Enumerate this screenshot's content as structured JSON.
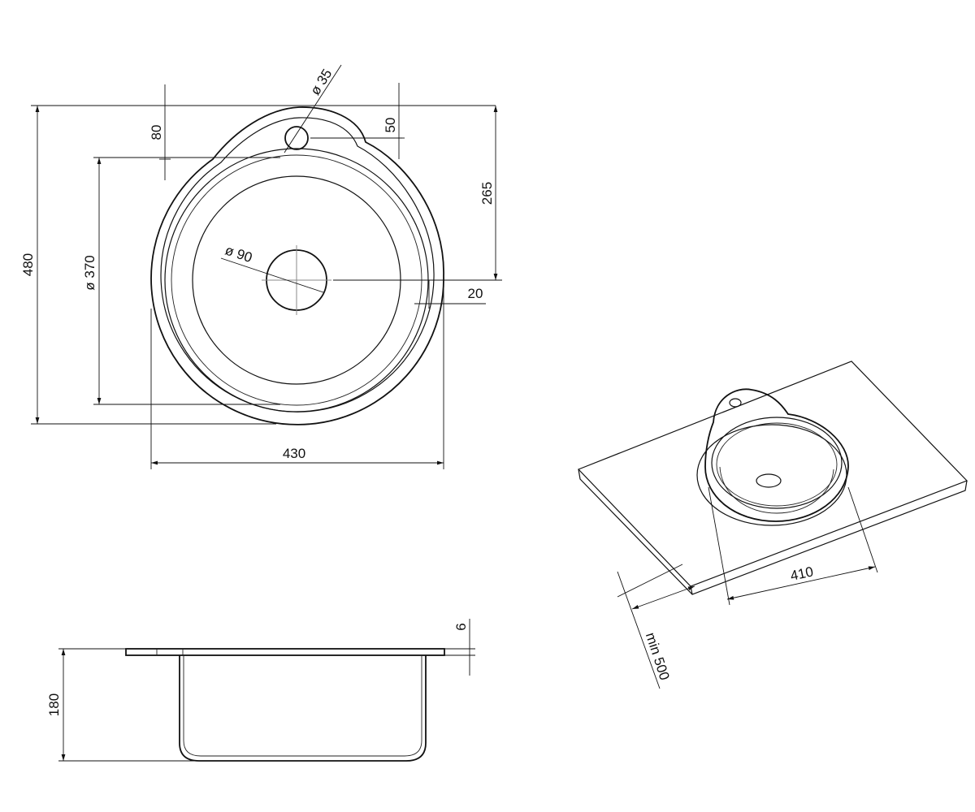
{
  "dimensions": {
    "total_length": "480",
    "bowl_diameter": "ø 370",
    "tap_offset": "80",
    "tap_hole": "ø 35",
    "tap_edge": "50",
    "center_offset": "265",
    "drain_diameter": "ø 90",
    "rim_offset": "20",
    "total_width": "430",
    "rim_thickness": "6",
    "bowl_depth": "180",
    "cutout_size": "410",
    "cabinet_min": "min 500"
  }
}
